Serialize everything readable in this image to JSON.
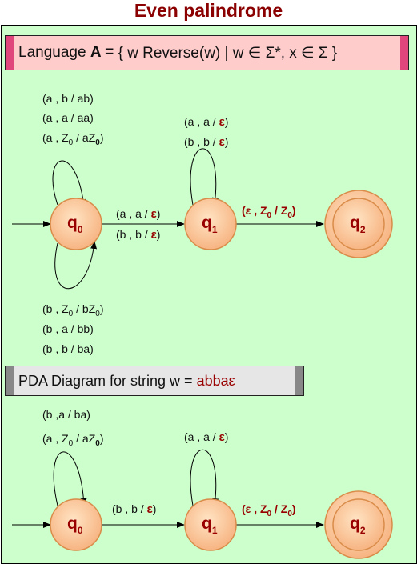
{
  "title": "Even palindrome",
  "language": {
    "prefix": "Language ",
    "name": "A =",
    "definition": " { w Reverse(w) | w ∈ Σ*, x ∈ Σ }"
  },
  "pda_label": {
    "prefix": "PDA Diagram for string w = ",
    "string": "abbaε"
  },
  "states": [
    "q",
    "q",
    "q"
  ],
  "state_subs": [
    "0",
    "1",
    "2"
  ],
  "diagram1": {
    "q0_top_loop": [
      "(a , b / ab)",
      "(a , a / aa)"
    ],
    "q0_top_loop_z": {
      "pre": "(a , Z",
      "sub": "0",
      "mid": " / aZ",
      "sub2": "0",
      "post": ")"
    },
    "q0_bottom_loop_z": {
      "pre": "(b , Z",
      "sub": "0",
      "mid": " / bZ",
      "sub2": "0",
      "post": ")"
    },
    "q0_bottom_loop": [
      "(b , a / bb)",
      "(b , b / ba)"
    ],
    "q1_loop": [
      {
        "pre": "(a , a / ",
        "eps": "ε",
        "post": ")"
      },
      {
        "pre": "(b , b / ",
        "eps": "ε",
        "post": ")"
      }
    ],
    "q0_q1": [
      {
        "pre": "(a , a / ",
        "eps": "ε",
        "post": ")"
      },
      {
        "pre": "(b , b / ",
        "eps": "ε",
        "post": ")"
      }
    ],
    "q1_q2": {
      "pre": "(ε , Z",
      "sub": "0",
      "mid": " / Z",
      "sub2": "0",
      "post": ")"
    }
  },
  "diagram2": {
    "q0_loop": "(b ,a / ba)",
    "q0_loop_z": {
      "pre": "(a , Z",
      "sub": "0",
      "mid": " / aZ",
      "sub2": "0",
      "post": ")"
    },
    "q1_loop": {
      "pre": "(a , a / ",
      "eps": "ε",
      "post": ")"
    },
    "q0_q1": {
      "pre": "(b , b / ",
      "eps": "ε",
      "post": ")"
    },
    "q1_q2": {
      "pre": "(ε , Z",
      "sub": "0",
      "mid": " / Z",
      "sub2": "0",
      "post": ")"
    }
  }
}
